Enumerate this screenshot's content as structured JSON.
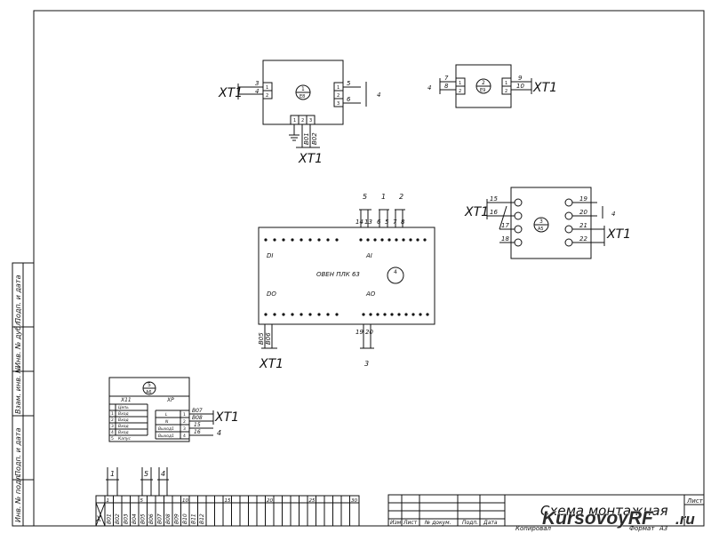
{
  "sheet": {
    "side_stamp": [
      "Инв. № подл.",
      "Подп. и дата",
      "Взам. инв. №",
      "Инв. № дубл.",
      "Подп. и дата"
    ],
    "title_block": {
      "headers": [
        "Изм",
        "Лист",
        "№ докум.",
        "Подп.",
        "Дата"
      ],
      "title": "Схема монтажная",
      "sheet_label": "Лист",
      "copied": "Копировал",
      "format": "Формат",
      "format_value": "А3"
    },
    "watermark": {
      "main": "KursovoyRF",
      "suffix": ".ru"
    }
  },
  "devices": {
    "dev1": {
      "num": "1",
      "code": "Е8",
      "left_pins": [
        "1",
        "2"
      ],
      "right_pins": [
        "1",
        "2",
        "3"
      ],
      "bottom_pins": [
        "1",
        "2",
        "3"
      ],
      "left_wires": [
        "3",
        "4"
      ],
      "right_wires": [
        "5",
        "6"
      ],
      "bottom_wires": [
        "В01",
        "В02"
      ],
      "left_term": "XT1",
      "bottom_term": "XT1",
      "right_cable": "4"
    },
    "dev2": {
      "num": "2",
      "code": "Е9",
      "left_pins": [
        "1",
        "2"
      ],
      "right_pins": [
        "1",
        "2"
      ],
      "left_wires": [
        "7",
        "8"
      ],
      "right_wires": [
        "9",
        "10"
      ],
      "left_cable": "4",
      "right_term": "XT1"
    },
    "dev3": {
      "num": "3",
      "code": "А5",
      "left_wires": [
        "15",
        "16",
        "17",
        "18"
      ],
      "right_wires": [
        "19",
        "20",
        "21",
        "22"
      ],
      "left_term": "XT1",
      "right_cable": "4",
      "right_term": "XT1"
    },
    "plc": {
      "name": "ОВЕН ПЛК 63",
      "num": "4",
      "di": "DI",
      "ai": "AI",
      "do": "DO",
      "ao": "AO",
      "top_cables": [
        "5",
        "1",
        "2"
      ],
      "top_wires": [
        "14",
        "13",
        "6",
        "5",
        "7",
        "8"
      ],
      "bottom_wires": [
        "19",
        "20"
      ],
      "bottom_cable": "3",
      "left_wires": [
        "В05",
        "В06"
      ],
      "bottom_term": "XT1"
    },
    "dev5": {
      "num": "5",
      "code": "А6",
      "left_title": "Х11",
      "right_title": "ХР",
      "rows": [
        {
          "n": "",
          "label": "Цепь"
        },
        {
          "n": "1",
          "label": "Вход"
        },
        {
          "n": "2",
          "label": "Вход"
        },
        {
          "n": "3",
          "label": "Вход"
        },
        {
          "n": "4",
          "label": "Вход"
        },
        {
          "n": "5",
          "label": "Капус"
        }
      ],
      "right_rows": [
        {
          "label": "L",
          "n": "1"
        },
        {
          "label": "N",
          "n": "2"
        },
        {
          "label": "Выход1",
          "n": "3"
        },
        {
          "label": "Выход1",
          "n": "4"
        }
      ],
      "wires": [
        "В07",
        "В08",
        "15",
        "16"
      ],
      "term": "XT1",
      "cable": "4"
    }
  },
  "terminal_strip": {
    "label": "X",
    "cables": [
      "1",
      "5",
      "4"
    ],
    "cells": [
      "1",
      "",
      "",
      "",
      "5",
      "",
      "",
      "",
      "",
      "10",
      "",
      "",
      "",
      "",
      "15",
      "",
      "",
      "",
      "",
      "20",
      "",
      "",
      "",
      "",
      "25",
      "",
      "",
      "",
      "",
      "30"
    ],
    "wires": [
      "В01",
      "В02",
      "В03",
      "В04",
      "В05",
      "В06",
      "В07",
      "В08",
      "В09",
      "В10",
      "В11",
      "В12"
    ]
  }
}
